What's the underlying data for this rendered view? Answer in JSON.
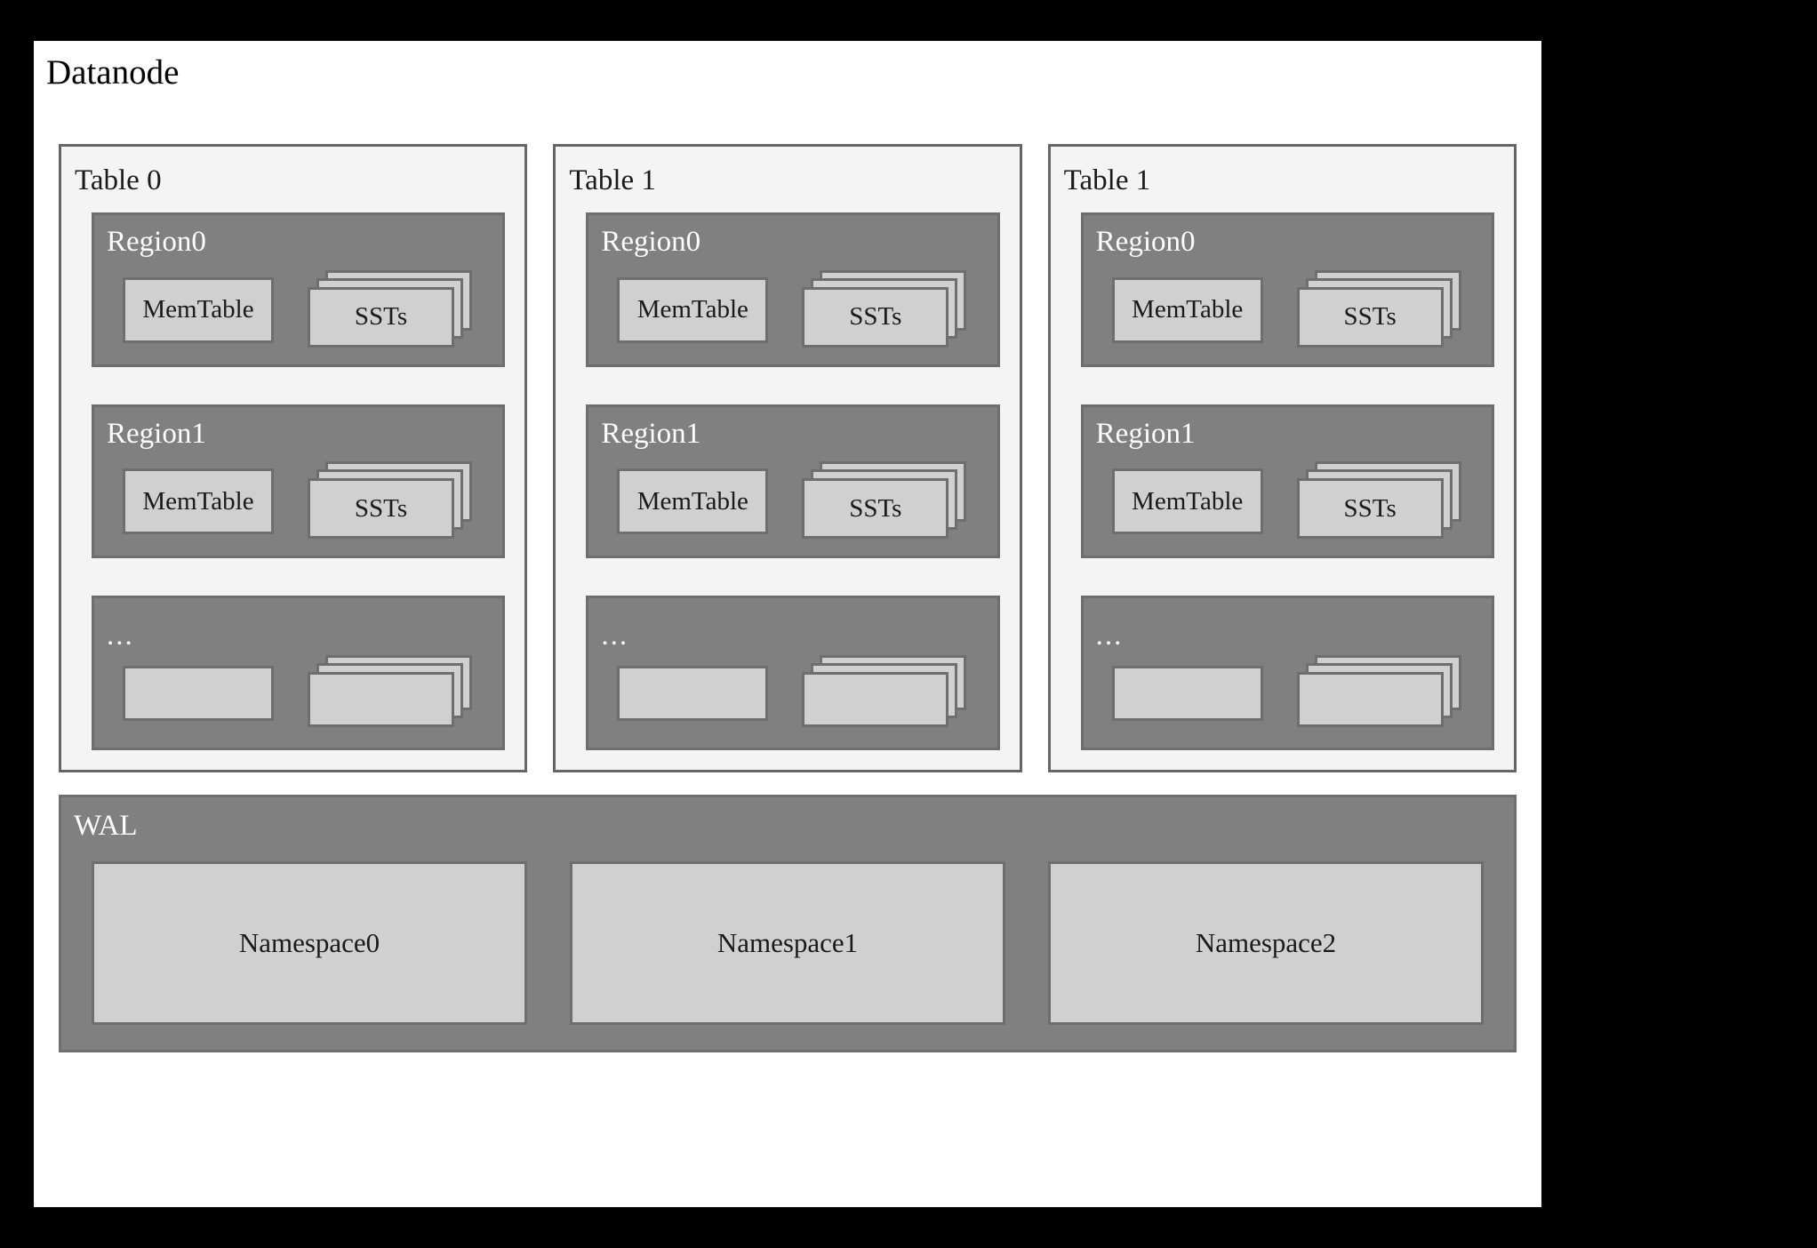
{
  "diagram": {
    "title": "Datanode",
    "background_color": "#ffffff",
    "frame_color": "#000000",
    "panel_color": "#f4f4f4",
    "region_color": "#808080",
    "box_color": "#d0d0d0",
    "border_color": "#6e6e6e"
  },
  "tables": [
    {
      "label": "Table 0",
      "regions": [
        {
          "label": "Region0",
          "memtable": "MemTable",
          "ssts": "SSTs",
          "is_ellipsis": false
        },
        {
          "label": "Region1",
          "memtable": "MemTable",
          "ssts": "SSTs",
          "is_ellipsis": false
        },
        {
          "label": "...",
          "memtable": "",
          "ssts": "",
          "is_ellipsis": true
        }
      ]
    },
    {
      "label": "Table 1",
      "regions": [
        {
          "label": "Region0",
          "memtable": "MemTable",
          "ssts": "SSTs",
          "is_ellipsis": false
        },
        {
          "label": "Region1",
          "memtable": "MemTable",
          "ssts": "SSTs",
          "is_ellipsis": false
        },
        {
          "label": "...",
          "memtable": "",
          "ssts": "",
          "is_ellipsis": true
        }
      ]
    },
    {
      "label": "Table 1",
      "regions": [
        {
          "label": "Region0",
          "memtable": "MemTable",
          "ssts": "SSTs",
          "is_ellipsis": false
        },
        {
          "label": "Region1",
          "memtable": "MemTable",
          "ssts": "SSTs",
          "is_ellipsis": false
        },
        {
          "label": "...",
          "memtable": "",
          "ssts": "",
          "is_ellipsis": true
        }
      ]
    }
  ],
  "wal": {
    "label": "WAL",
    "namespaces": [
      {
        "label": "Namespace0"
      },
      {
        "label": "Namespace1"
      },
      {
        "label": "Namespace2"
      }
    ]
  }
}
